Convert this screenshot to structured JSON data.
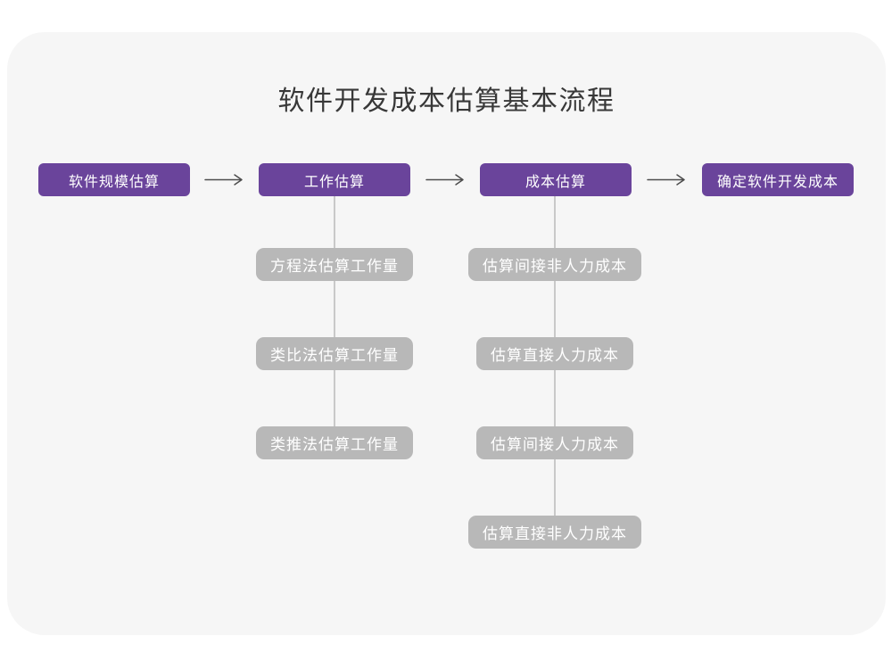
{
  "title": "软件开发成本估算基本流程",
  "colors": {
    "accent_purple": "#6a449b",
    "node_gray": "#b8b8b8",
    "card_background": "#f6f6f6",
    "connector_gray": "#c9c9c9",
    "arrow_gray": "#4c4c4c",
    "title_text": "#383838",
    "node_text": "#ffffff"
  },
  "flow": {
    "steps": [
      {
        "label": "软件规模估算"
      },
      {
        "label": "工作估算"
      },
      {
        "label": "成本估算"
      },
      {
        "label": "确定软件开发成本"
      }
    ]
  },
  "sub_columns": [
    {
      "parent": "工作估算",
      "items": [
        "方程法估算工作量",
        "类比法估算工作量",
        "类推法估算工作量"
      ]
    },
    {
      "parent": "成本估算",
      "items": [
        "估算间接非人力成本",
        "估算直接人力成本",
        "估算间接人力成本",
        "估算直接非人力成本"
      ]
    }
  ]
}
